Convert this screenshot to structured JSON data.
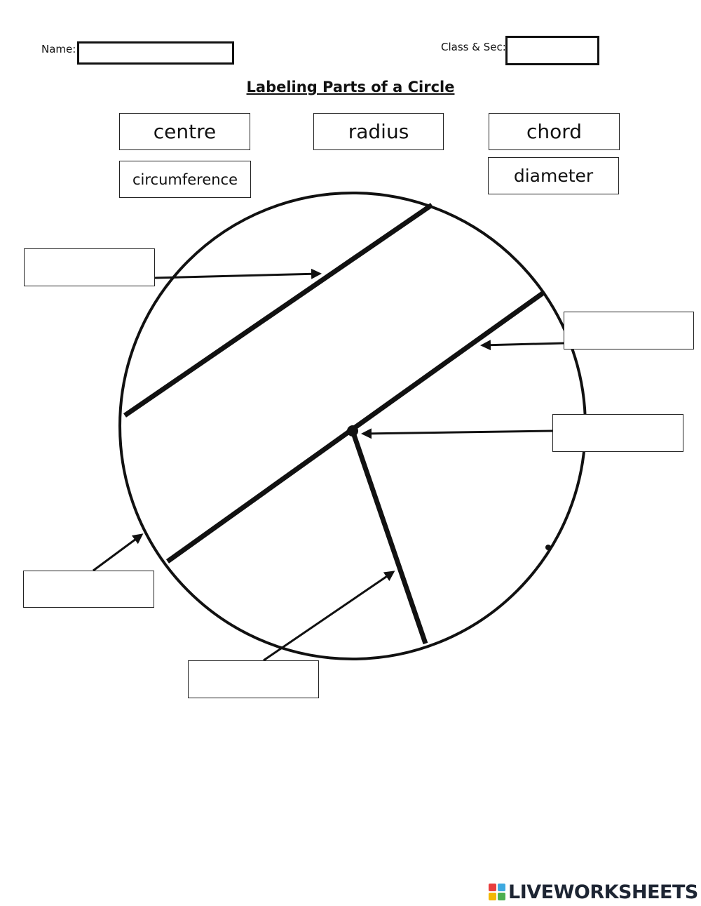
{
  "header": {
    "name_label": "Name:",
    "class_label": "Class & Sec:"
  },
  "title": "Labeling Parts of a Circle",
  "word_bank": [
    "centre",
    "radius",
    "chord",
    "circumference",
    "diameter"
  ],
  "logo": {
    "icon": "liveworksheets-logo-icon",
    "text": "LIVEWORKSHEETS",
    "colors": [
      "#e83e3e",
      "#3da9e0",
      "#f2b705",
      "#4caf50"
    ]
  }
}
